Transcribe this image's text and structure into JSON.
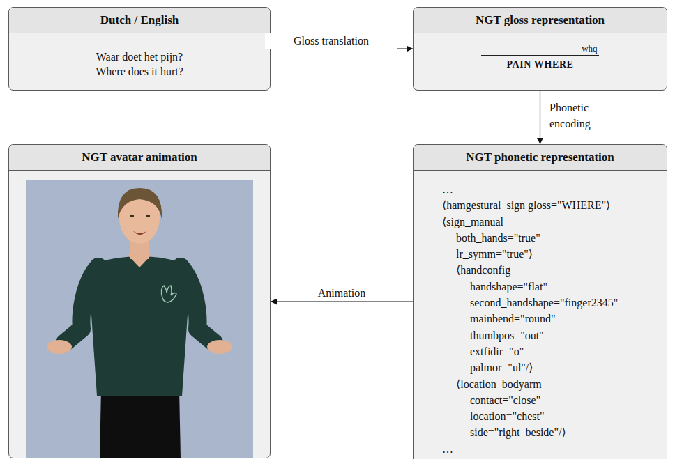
{
  "diagram": {
    "nodes": [
      {
        "text": [
          "Dutch / English",
          "Waar doet het pijn?",
          "Where does it hurt?"
        ]
      },
      {
        "text": [
          "NGT gloss representation",
          "whq",
          "PAIN WHERE"
        ]
      },
      {
        "text": [
          "NGT phonetic representation",
          "…",
          "⟨hamgestural_sign gloss=\"WHERE\"⟩",
          "⟨sign_manual",
          "both_hands=\"true\"",
          "lr_symm=\"true\"⟩",
          "⟨handconfig",
          "handshape=\"flat\"",
          "second_handshape=\"finger2345\"",
          "mainbend=\"round\"",
          "thumbpos=\"out\"",
          "extfidir=\"o\"",
          "palmor=\"ul\"/⟩",
          "⟨location_bodyarm",
          "contact=\"close\"",
          "location=\"chest\"",
          "side=\"right_beside\"/⟩",
          "…"
        ]
      },
      {
        "text": [
          "NGT avatar animation"
        ]
      }
    ],
    "edges": [
      {
        "from": 0,
        "to": 1,
        "arrow": "to",
        "label": "Gloss translation"
      },
      {
        "from": 1,
        "to": 2,
        "arrow": "to",
        "label": "Phonetic encoding"
      },
      {
        "from": 2,
        "to": 3,
        "arrow": "to",
        "label": "Animation"
      }
    ]
  }
}
